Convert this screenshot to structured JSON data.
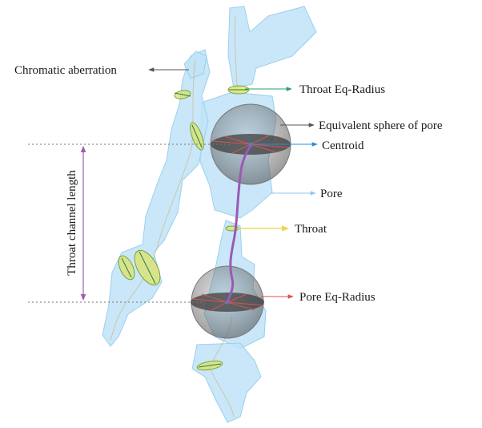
{
  "labels": {
    "chromatic_aberration": "Chromatic aberration",
    "throat_eq_radius": "Throat Eq-Radius",
    "equivalent_sphere": "Equivalent sphere of pore",
    "centroid": "Centroid",
    "pore": "Pore",
    "throat": "Throat",
    "pore_eq_radius": "Pore Eq-Radius",
    "throat_channel_length": "Throat channel length"
  },
  "colors": {
    "pore_body": "#bfe3f7",
    "pore_edge": "#9ccfee",
    "throat_green": "#2e9e6b",
    "centroid_blue": "#2a8fd6",
    "pore_arrow": "#8fc9ee",
    "throat_yellow": "#e8d84a",
    "pore_radius_red": "#d9534f",
    "sphere_gray": "#6f6f6f",
    "channel_purple": "#9b59b6",
    "dim_purple": "#9d5fb0"
  }
}
